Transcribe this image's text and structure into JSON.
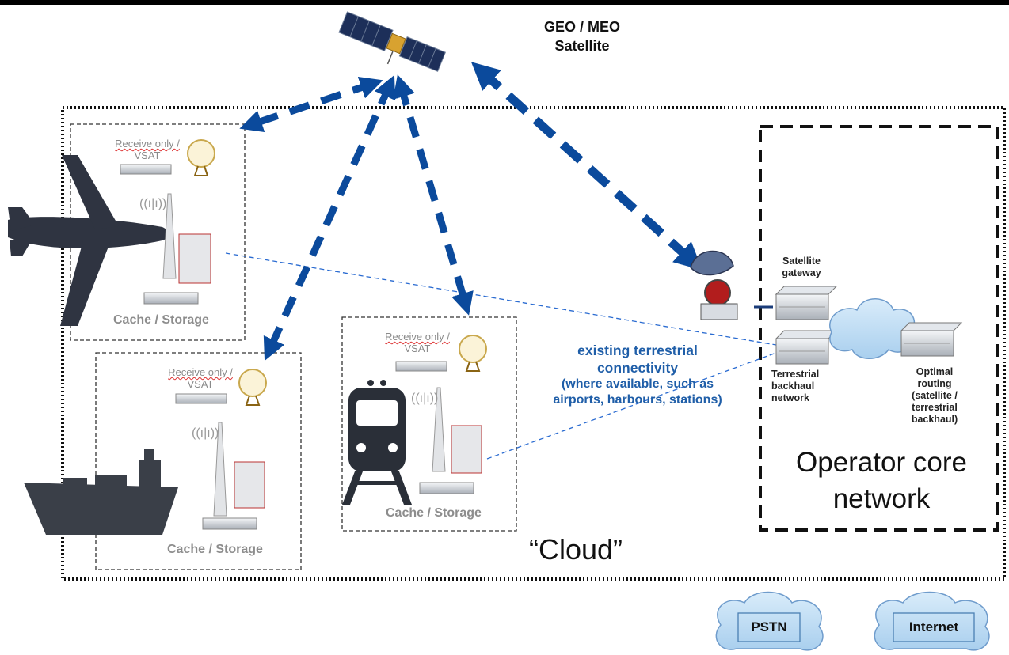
{
  "satellite": {
    "label_line1": "GEO / MEO",
    "label_line2": "Satellite"
  },
  "sites": {
    "aircraft": {
      "receive_line1": "Receive only /",
      "receive_line2": "VSAT",
      "cache_label": "Cache / Storage"
    },
    "ship": {
      "receive_line1": "Receive only /",
      "receive_line2": "VSAT",
      "cache_label": "Cache / Storage"
    },
    "train": {
      "receive_line1": "Receive only /",
      "receive_line2": "VSAT",
      "cache_label": "Cache / Storage"
    }
  },
  "terrestrial_note": {
    "line1": "existing terrestrial",
    "line2": "connectivity",
    "line3": "(where available, such as",
    "line4": "airports, harbours, stations)"
  },
  "operator": {
    "satellite_gateway_line1": "Satellite",
    "satellite_gateway_line2": "gateway",
    "backhaul_line1": "Terrestrial",
    "backhaul_line2": "backhaul",
    "backhaul_line3": "network",
    "routing_line1": "Optimal",
    "routing_line2": "routing",
    "routing_line3": "(satellite /",
    "routing_line4": "terrestrial",
    "routing_line5": "backhaul)",
    "core_line1": "Operator core",
    "core_line2": "network"
  },
  "cloud_label": "“Cloud”",
  "external_networks": {
    "pstn": "PSTN",
    "internet": "Internet"
  },
  "colors": {
    "link_blue": "#0b4a9c",
    "note_blue": "#1f5ea8",
    "vehicle_dark": "#2f3441"
  }
}
